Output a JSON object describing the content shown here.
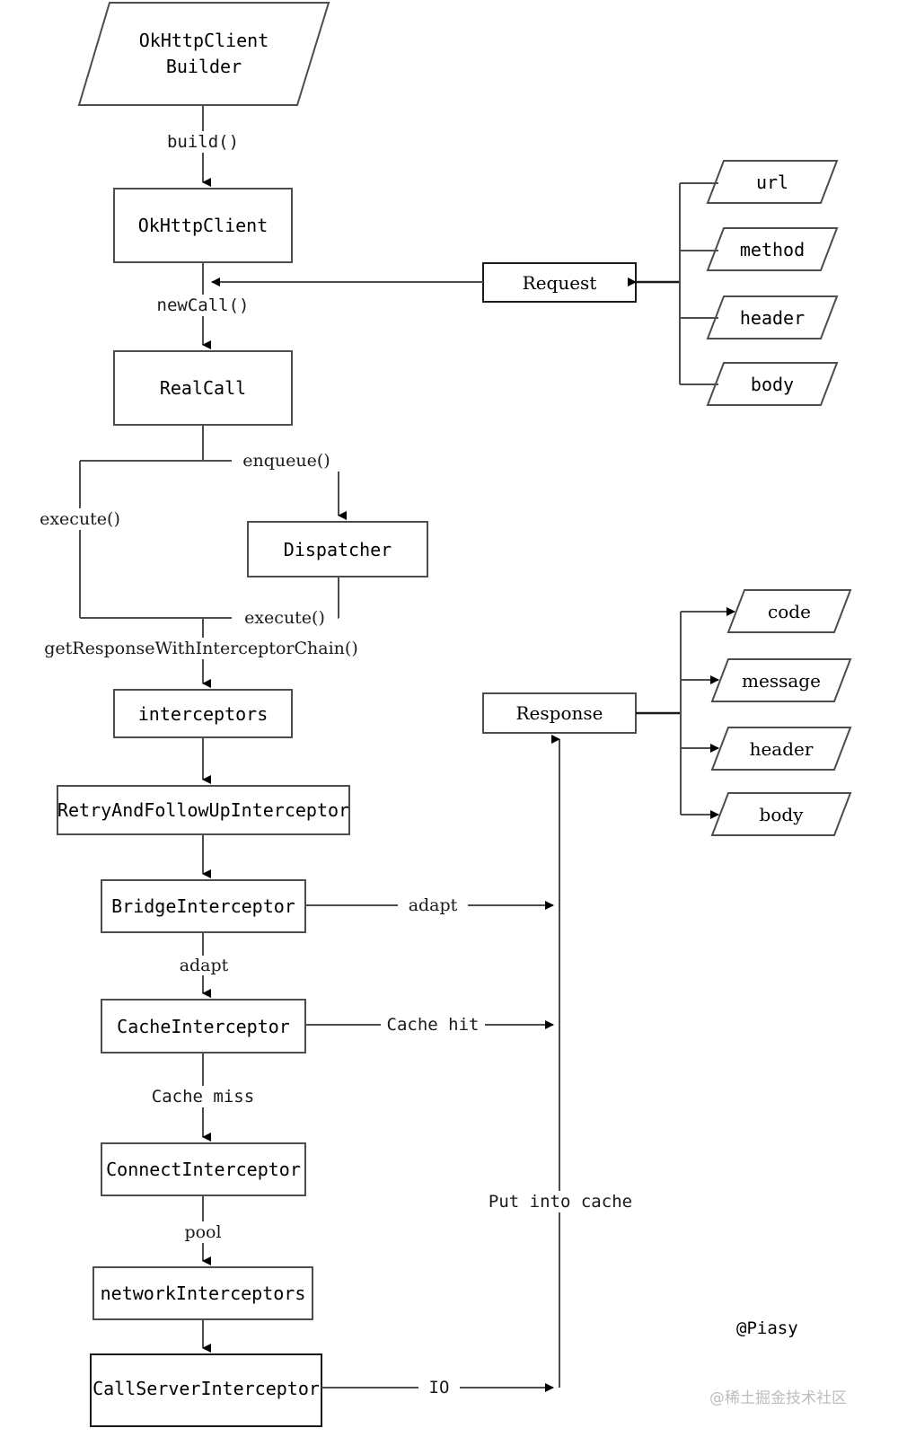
{
  "diagram": {
    "title": "OkHttp request flow",
    "stroke_color": "#4d4d4d",
    "dark_stroke_color": "#1a1a1a",
    "fill_color": "#ffffff",
    "text_color": "#000000"
  },
  "nodes": {
    "builder": {
      "label": "OkHttpClient\nBuilder",
      "shape": "parallelogram"
    },
    "okhttpclient": {
      "label": "OkHttpClient",
      "shape": "rect"
    },
    "realcall": {
      "label": "RealCall",
      "shape": "rect"
    },
    "dispatcher": {
      "label": "Dispatcher",
      "shape": "rect"
    },
    "interceptors": {
      "label": "interceptors",
      "shape": "rect"
    },
    "retry": {
      "label": "RetryAndFollowUpInterceptor",
      "shape": "rect"
    },
    "bridge": {
      "label": "BridgeInterceptor",
      "shape": "rect"
    },
    "cache": {
      "label": "CacheInterceptor",
      "shape": "rect"
    },
    "connect": {
      "label": "ConnectInterceptor",
      "shape": "rect"
    },
    "network": {
      "label": "networkInterceptors",
      "shape": "rect"
    },
    "callserver": {
      "label": "CallServerInterceptor",
      "shape": "rect"
    },
    "request": {
      "label": "Request",
      "shape": "rect"
    },
    "response": {
      "label": "Response",
      "shape": "rect"
    }
  },
  "request_fields": [
    {
      "label": "url"
    },
    {
      "label": "method"
    },
    {
      "label": "header"
    },
    {
      "label": "body"
    }
  ],
  "response_fields": [
    {
      "label": "code"
    },
    {
      "label": "message"
    },
    {
      "label": "header"
    },
    {
      "label": "body"
    }
  ],
  "edge_labels": {
    "build": "build()",
    "new_call": "newCall()",
    "enqueue": "enqueue()",
    "execute_left": "execute()",
    "execute_bottom": "execute()",
    "get_response_chain": "getResponseWithInterceptorChain()",
    "adapt_right": "adapt",
    "adapt_down": "adapt",
    "cache_hit": "Cache hit",
    "cache_miss": "Cache miss",
    "pool": "pool",
    "io": "IO",
    "put_into_cache": "Put into cache"
  },
  "watermark": {
    "author": "@Piasy",
    "site": "@稀土掘金技术社区"
  }
}
